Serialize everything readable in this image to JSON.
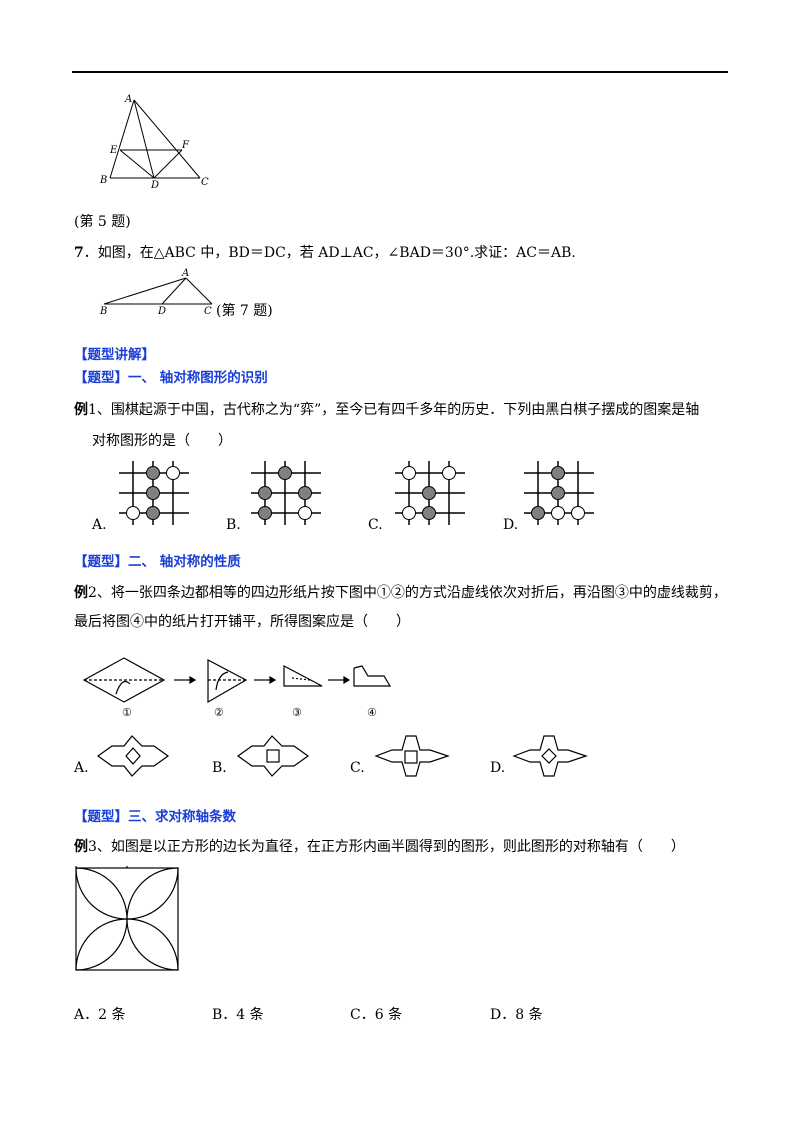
{
  "fig5": {
    "labels": {
      "a": "A",
      "b": "B",
      "c": "C",
      "d": "D",
      "e": "E",
      "f": "F"
    },
    "caption": "(第 5 题)"
  },
  "q7": {
    "number": "7",
    "text": "．如图，在△ABC 中，BD＝DC，若 AD⊥AC，∠BAD＝30°.求证：AC＝AB.",
    "fig_labels": {
      "a": "A",
      "b": "B",
      "c": "C",
      "d": "D"
    },
    "caption": "(第 7 题)"
  },
  "section_title": "【题型讲解】",
  "type1": {
    "heading": "【题型】一、 轴对称图形的识别",
    "ex_label": "例",
    "ex_text": "1、围棋起源于中国，古代称之为“弈”，至今已有四千多年的历史．下列由黑白棋子摆成的图案是轴",
    "ex_text2": "对称图形的是（　　）",
    "options": [
      "A.",
      "B.",
      "C.",
      "D."
    ]
  },
  "type2": {
    "heading": "【题型】二、 轴对称的性质",
    "ex_label": "例",
    "ex_text": "2、将一张四条边都相等的四边形纸片按下图中①②的方式沿虚线依次对折后，再沿图③中的虚线裁剪，",
    "ex_text2": "最后将图④中的纸片打开铺平，所得图案应是（　　）",
    "step_labels": [
      "①",
      "②",
      "③",
      "④"
    ],
    "options": [
      "A.",
      "B.",
      "C.",
      "D."
    ]
  },
  "type3": {
    "heading": "【题型】三、求对称轴条数",
    "ex_label": "例",
    "ex_text": "3、如图是以正方形的边长为直径，在正方形内画半圆得到的图形，则此图形的对称轴有（　　）",
    "options": [
      "A．2 条",
      "B．4 条",
      "C．6 条",
      "D．8 条"
    ]
  }
}
